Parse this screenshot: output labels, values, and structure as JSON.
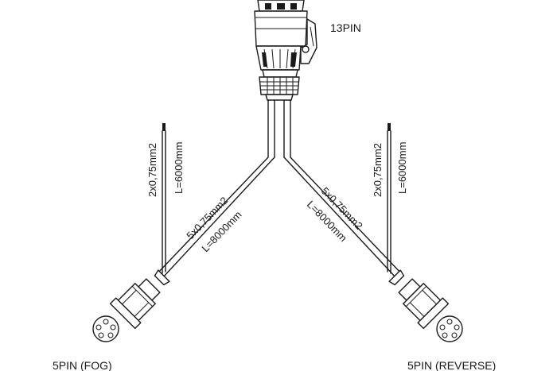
{
  "labels": {
    "connector_13pin": "13PIN",
    "connector_fog": "5PIN (FOG)",
    "connector_reverse": "5PIN (REVERSE)"
  },
  "cables": {
    "main_left_section": "5x0,75mm2",
    "main_left_length": "L=8000mm",
    "main_right_section": "5x0,75mm2",
    "main_right_length": "L=8000mm",
    "branch_left_section": "2x0,75mm2",
    "branch_left_length": "L=6000mm",
    "branch_right_section": "2x0,75mm2",
    "branch_right_length": "L=6000mm"
  },
  "colors": {
    "line": "#1a1a1a",
    "background": "#ffffff"
  }
}
